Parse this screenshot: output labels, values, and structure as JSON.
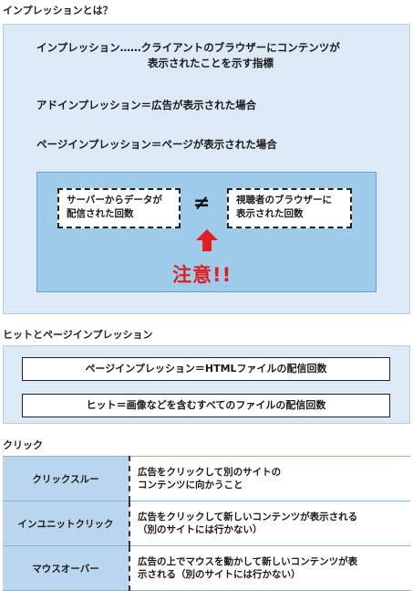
{
  "section1": {
    "title": "インプレッションとは？",
    "definition_line1": "インプレッション……クライアントのブラウザーにコンテンツが",
    "definition_line2": "表示されたことを示す指標",
    "ad_impression": "アドインプレッション＝広告が表示された場合",
    "page_impression": "ページインプレッション＝ページが表示された場合",
    "box_left_line1": "サーバーからデータが",
    "box_left_line2": "配信された回数",
    "not_equal": "≠",
    "box_right_line1": "視聴者のブラウザーに",
    "box_right_line2": "表示された回数",
    "caution": "注意!!",
    "caution_color": "#e02020"
  },
  "section2": {
    "title": "ヒットとページインプレッション",
    "page_impression_def": "ページインプレッション＝HTMLファイルの配信回数",
    "hit_def": "ヒット＝画像などを含むすべてのファイルの配信回数"
  },
  "section3": {
    "title": "クリック",
    "rows": [
      {
        "term": "クリックスルー",
        "desc_line1": "広告をクリックして別のサイトの",
        "desc_line2": "コンテンツに向かうこと"
      },
      {
        "term": "インユニットクリック",
        "desc_line1": "広告をクリックして新しいコンテンツが表示される",
        "desc_line2": "（別のサイトには行かない）"
      },
      {
        "term": "マウスオーバー",
        "desc_line1": "広告の上でマウスを動かして新しいコンテンツが表",
        "desc_line2": "示される（別のサイトには行かない）"
      }
    ]
  },
  "colors": {
    "panel_bg": "#dbeaf6",
    "inner_bg": "#9ecbea",
    "table_key_bg": "#b9d6ee",
    "arrow": "#e02020"
  }
}
